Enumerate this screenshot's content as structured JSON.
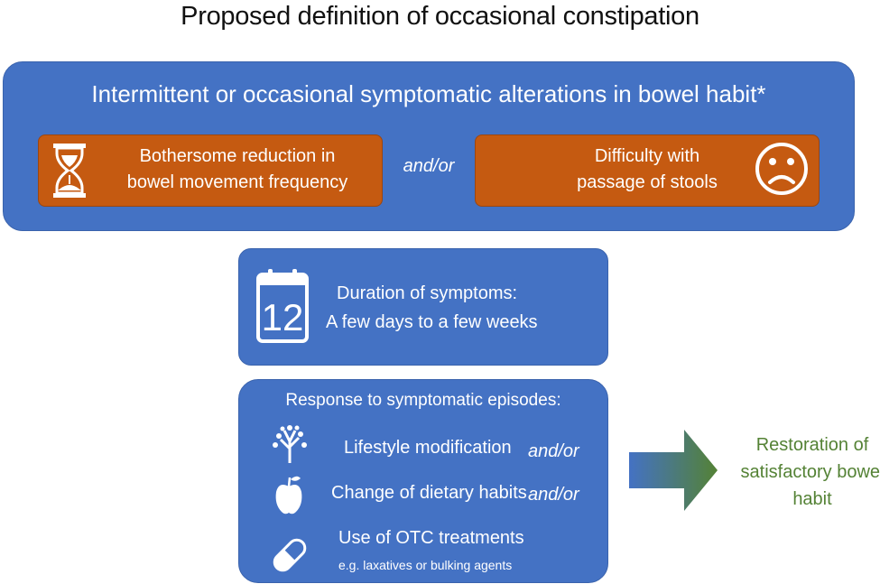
{
  "title": "Proposed definition of occasional constipation",
  "top": {
    "heading": "Intermittent or occasional symptomatic alterations in bowel habit*",
    "left_box": {
      "line1": "Bothersome reduction in",
      "line2": "bowel movement frequency",
      "icon": "hourglass-icon"
    },
    "connector": "and/or",
    "right_box": {
      "line1": "Difficulty with",
      "line2": "passage of stools",
      "icon": "sad-face-icon"
    }
  },
  "duration": {
    "icon": "calendar-icon",
    "calendar_number": "12",
    "line1": "Duration of symptoms:",
    "line2": "A few days to a few weeks"
  },
  "response": {
    "heading": "Response to symptomatic episodes:",
    "items": [
      {
        "label": "Lifestyle modification",
        "connector": "and/or",
        "icon": "tree-icon"
      },
      {
        "label": "Change of dietary habits",
        "connector": "and/or",
        "icon": "apple-icon"
      },
      {
        "label": "Use of OTC treatments",
        "note": "e.g. laxatives or bulking agents",
        "icon": "pill-icon"
      }
    ]
  },
  "outcome": {
    "line1": "Restoration of",
    "line2": "satisfactory bowel",
    "line3": "habit"
  },
  "colors": {
    "box_blue": "#4472c4",
    "box_orange": "#c55a11",
    "outcome_green": "#548235"
  }
}
